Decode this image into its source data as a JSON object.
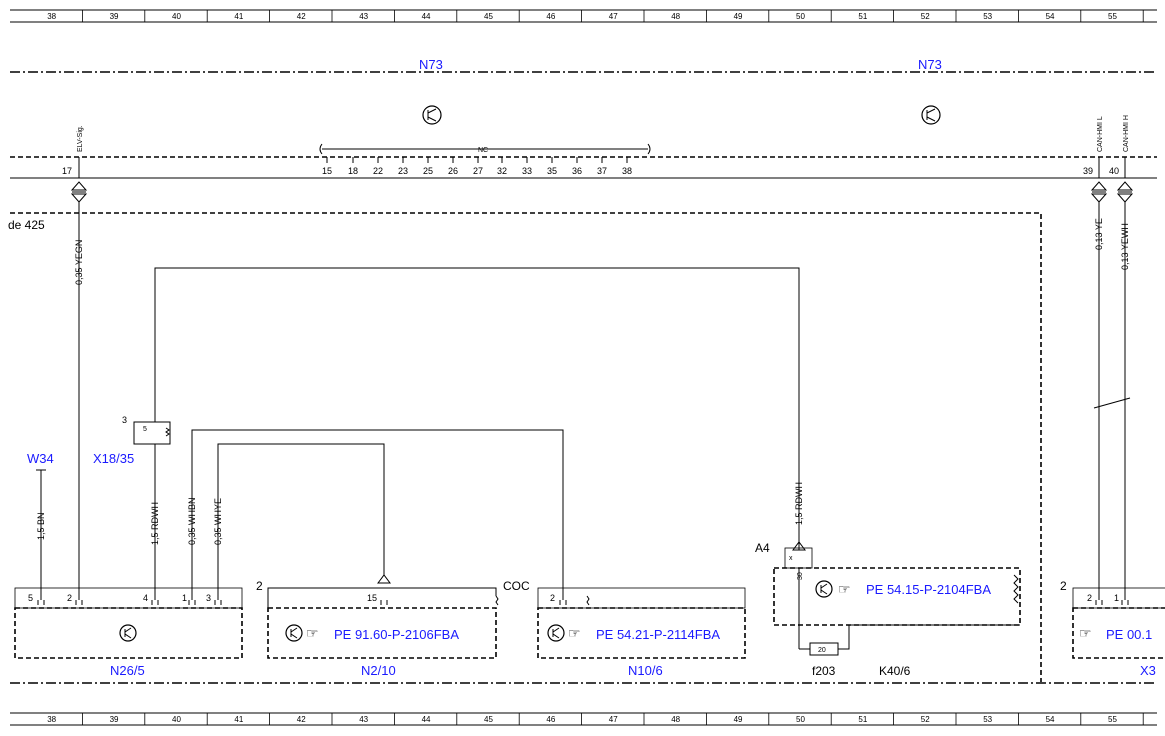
{
  "ruler_columns": [
    "38",
    "39",
    "40",
    "41",
    "42",
    "43",
    "44",
    "45",
    "46",
    "47",
    "48",
    "49",
    "50",
    "51",
    "52",
    "53",
    "54",
    "55"
  ],
  "top_labels": {
    "n73_left": "N73",
    "n73_right": "N73"
  },
  "top_signals": {
    "elv": "ELV-Sig.",
    "can_l": "CAN-HMI L",
    "can_h": "CAN-HMI H"
  },
  "top_pins": {
    "p17": "17",
    "p39": "39",
    "p40": "40"
  },
  "bus_label": "NC",
  "bus_pins": [
    "15",
    "18",
    "22",
    "23",
    "25",
    "26",
    "27",
    "32",
    "33",
    "35",
    "36",
    "37",
    "38"
  ],
  "region_label": "de 425",
  "wires": {
    "yegn": "0,35 YEGN",
    "ye": "0,13 YE",
    "yewh": "0,13 YEWH",
    "bn": "1,5 BN",
    "rdwh_left": "1,5 RDWH",
    "whbn": "0,35 WHBN",
    "whye": "0,35 WHYE",
    "rdwh_right": "1,5 RDWH"
  },
  "components": {
    "w34": "W34",
    "x18_35": "X18/35",
    "x18_pin3": "3",
    "x18_pin5": "5",
    "n26_5": "N26/5",
    "n2_10": "N2/10",
    "n10_6": "N10/6",
    "k40_6": "K40/6",
    "f203": "f203",
    "f_rating": "20",
    "a4": "A4",
    "coc": "COC",
    "x3": "X3"
  },
  "pins": {
    "n26": [
      "5",
      "2",
      "4",
      "1",
      "3"
    ],
    "n2_conn": "2",
    "n2_pin": "15",
    "n10_conn": "2",
    "n10_pin": "2",
    "k40_pin": "30",
    "k40_x": "x",
    "x3_conn": "2",
    "x3_pins": [
      "2",
      "1"
    ]
  },
  "refs": {
    "n2_ref": "PE 91.60-P-2106FBA",
    "n10_ref": "PE 54.21-P-2114FBA",
    "k40_ref": "PE 54.15-P-2104FBA",
    "x3_ref": "PE 00.1"
  },
  "icons": {
    "ground": "transistor-icon",
    "hand": "pointing-hand-icon"
  }
}
